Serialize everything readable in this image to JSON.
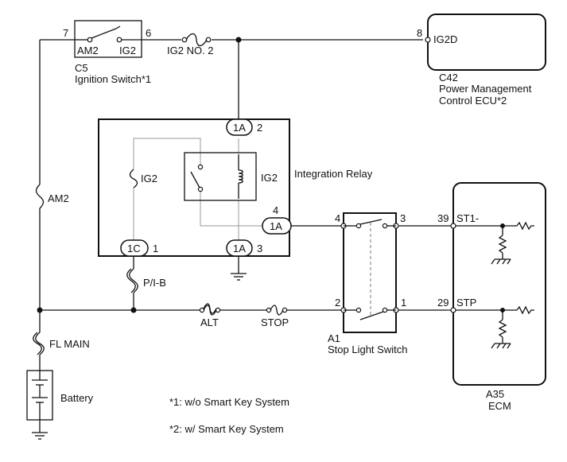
{
  "ignition_switch": {
    "code": "C5",
    "name": "Ignition Switch*1",
    "terminal_in": "AM2",
    "terminal_out": "IG2",
    "pin_in": "7",
    "pin_out": "6"
  },
  "ig2_fuse": {
    "label": "IG2 NO. 2"
  },
  "pm_ecu": {
    "code": "C42",
    "name_line1": "Power Management",
    "name_line2": "Control ECU*2",
    "terminal": "IG2D",
    "pin": "8"
  },
  "integration_relay": {
    "name": "Integration Relay",
    "fuse_label": "IG2",
    "coil_label": "IG2",
    "connector_top": {
      "label": "1A",
      "pin": "2"
    },
    "connector_right": {
      "label": "1A",
      "pin": "4"
    },
    "connector_bottom_left": {
      "label": "1C",
      "pin": "1"
    },
    "connector_bottom_right": {
      "label": "1A",
      "pin": "3"
    }
  },
  "am2_fuse": {
    "label": "AM2"
  },
  "pib_fuse": {
    "label": "P/I-B"
  },
  "alt_fuse": {
    "label": "ALT"
  },
  "stop_fuse": {
    "label": "STOP"
  },
  "fl_main": {
    "label": "FL MAIN"
  },
  "battery": {
    "label": "Battery"
  },
  "stop_light_switch": {
    "code": "A1",
    "name": "Stop Light Switch",
    "pin_4": "4",
    "pin_3": "3",
    "pin_2": "2",
    "pin_1": "1"
  },
  "ecm": {
    "code": "A35",
    "name": "ECM",
    "terminal_st1": "ST1-",
    "pin_st1": "39",
    "terminal_stp": "STP",
    "pin_stp": "29"
  },
  "notes": {
    "note1": "*1: w/o Smart Key System",
    "note2": "*2: w/ Smart Key System"
  }
}
